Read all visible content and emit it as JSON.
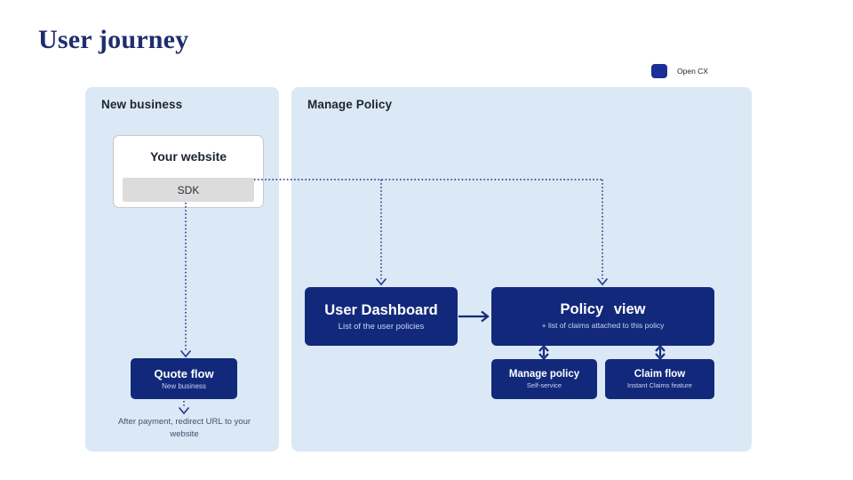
{
  "page": {
    "title": "User journey"
  },
  "legend": {
    "label": "Open CX",
    "swatch_color": "#1b2f96"
  },
  "panels": {
    "new_business": {
      "header": "New business",
      "website_box": {
        "title": "Your website",
        "sdk_label": "SDK"
      },
      "quote_flow": {
        "title": "Quote flow",
        "subtitle": "New business"
      },
      "redirect_note": "After payment, redirect URL to your website"
    },
    "manage_policy": {
      "header": "Manage Policy",
      "user_dashboard": {
        "title": "User Dashboard",
        "subtitle": "List of the user policies"
      },
      "policy_view": {
        "title": "Policy view",
        "subtitle": "+ list of claims attached to this policy"
      },
      "manage_policy_box": {
        "title": "Manage policy",
        "subtitle": "Self-service"
      },
      "claim_flow": {
        "title": "Claim flow",
        "subtitle": "Instant Claims feature"
      }
    }
  },
  "colors": {
    "node_navy": "#12297b",
    "panel_blue": "#dbe8f5",
    "connector_navy": "#2b3c91",
    "title_navy": "#1d2d6e",
    "sdk_gray": "#dcdcdc"
  }
}
